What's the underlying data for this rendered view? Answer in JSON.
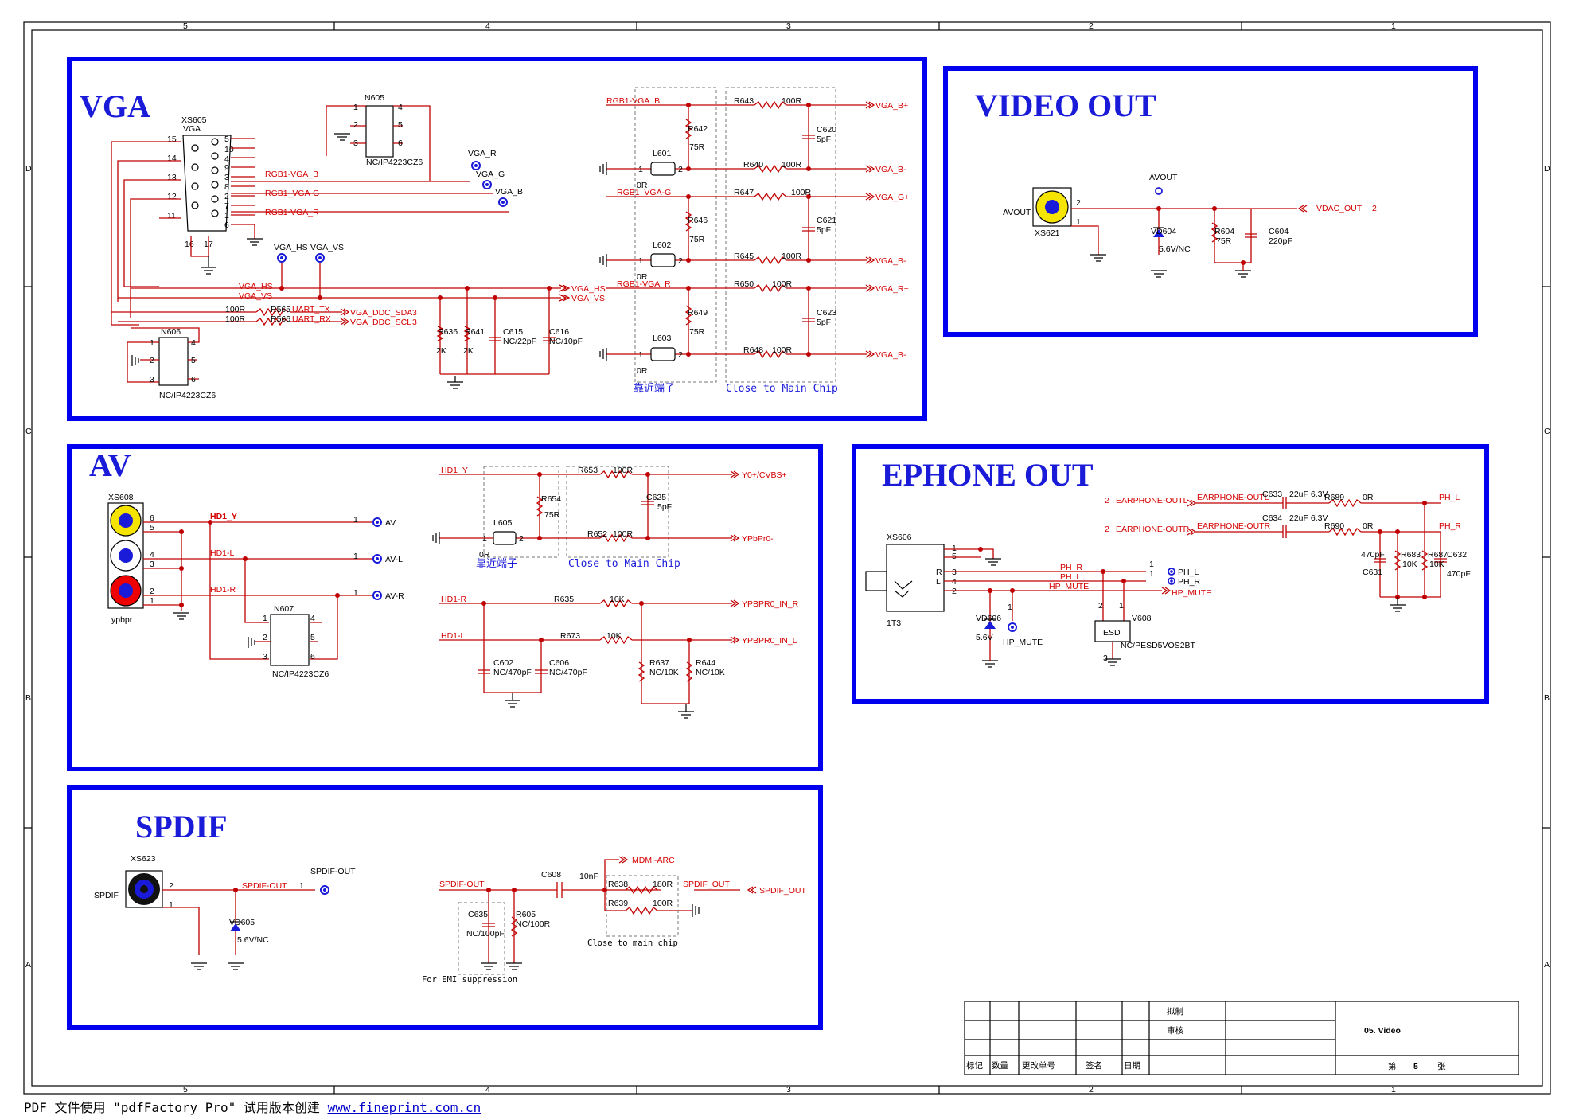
{
  "sections": {
    "vga": "VGA",
    "video_out": "VIDEO OUT",
    "av": "AV",
    "ephone_out": "EPHONE OUT",
    "spdif": "SPDIF"
  },
  "vga": {
    "conn_ref": "XS605",
    "conn_name": "VGA",
    "pins_left": [
      "15",
      "14",
      "13",
      "12",
      "11"
    ],
    "pins_right": [
      "5",
      "10",
      "4",
      "9",
      "3",
      "8",
      "2",
      "7",
      "1",
      "6"
    ],
    "pins_bottom": [
      "16",
      "17"
    ],
    "n605": {
      "ref": "N605",
      "part": "NC/IP4223CZ6",
      "pins": [
        "1",
        "2",
        "3",
        "4",
        "5",
        "6"
      ]
    },
    "n606": {
      "ref": "N606",
      "part": "NC/IP4223CZ6",
      "pins": [
        "1",
        "2",
        "3",
        "4",
        "5",
        "6"
      ]
    },
    "nets": {
      "b": "RGB1-VGA_B",
      "g": "RGB1_VGA-G",
      "r": "RGB1-VGA_R",
      "hs": "VGA_HS",
      "vs": "VGA_VS"
    },
    "tp": {
      "g": "VGA_G",
      "b": "VGA_B",
      "r": "VGA_R",
      "hs": "VGA_HS",
      "vs": "VGA_VS"
    },
    "uart": [
      {
        "r": "R565",
        "val": "100R",
        "net": "UART_TX",
        "port": "VGA_DDC_SDA",
        "num": "3"
      },
      {
        "r": "R566",
        "val": "100R",
        "net": "UART_RX",
        "port": "VGA_DDC_SCL",
        "num": "3"
      }
    ],
    "sync_r": [
      {
        "ref": "R636",
        "val": "2K"
      },
      {
        "ref": "R641",
        "val": "2K"
      }
    ],
    "sync_c": [
      {
        "ref": "C615",
        "val": "NC/22pF"
      },
      {
        "ref": "C616",
        "val": "NC/10pF"
      }
    ],
    "ports_sync": [
      "VGA_HS",
      "VGA_VS"
    ],
    "rgb_in": [
      "RGB1-VGA_B",
      "RGB1_VGA-G",
      "RGB1-VGA_R"
    ],
    "beads": [
      {
        "l": "L601",
        "r": "R642",
        "rv": "75R"
      },
      {
        "l": "L602",
        "r": "R646",
        "rv": "75R"
      },
      {
        "l": "L603",
        "r": "R649",
        "rv": "75R"
      }
    ],
    "bead_val": "0R",
    "ser_r": [
      {
        "ref": "R643",
        "val": "100R",
        "out": "VGA_B+"
      },
      {
        "ref": "R640",
        "val": "100R",
        "out": "VGA_B-"
      },
      {
        "ref": "R647",
        "val": "100R",
        "out": "VGA_G+"
      },
      {
        "ref": "R645",
        "val": "100R",
        "out": "VGA_B-"
      },
      {
        "ref": "R650",
        "val": "100R",
        "out": "VGA_R+"
      },
      {
        "ref": "R648",
        "val": "100R",
        "out": "VGA_B-"
      }
    ],
    "ser_c": [
      {
        "ref": "C620",
        "val": "5pF"
      },
      {
        "ref": "C621",
        "val": "5pF"
      },
      {
        "ref": "C623",
        "val": "5pF"
      }
    ],
    "note_near": "靠近端子",
    "note_chip": "Close to Main Chip"
  },
  "video_out": {
    "port": "AVOUT",
    "conn_ref": "XS621",
    "pins": [
      "2",
      "1"
    ],
    "net": "AVOUT",
    "diode": {
      "ref": "VD604",
      "val": "5.6V/NC"
    },
    "res": {
      "ref": "R604",
      "val": "75R"
    },
    "cap": {
      "ref": "C604",
      "val": "220pF"
    },
    "in_net": "VDAC_OUT",
    "in_num": "2"
  },
  "av": {
    "conn_ref": "XS608",
    "conn_name": "ypbpr",
    "pins": [
      "6",
      "5",
      "4",
      "3",
      "2",
      "1"
    ],
    "nets": [
      "HD1_Y",
      "HD1-L",
      "HD1-R"
    ],
    "tps": [
      "AV",
      "AV-L",
      "AV-R"
    ],
    "tp_num": "1",
    "n607": {
      "ref": "N607",
      "part": "NC/IP4223CZ6",
      "pins": [
        "1",
        "2",
        "3",
        "4",
        "5",
        "6"
      ]
    },
    "y": {
      "net": "HD1_Y",
      "bead": "L605",
      "bead_val": "0R",
      "r654": "R654",
      "r654v": "75R",
      "r653": "R653",
      "r653v": "100R",
      "c625": "C625",
      "c625v": "5pF",
      "r652": "R652",
      "r652v": "100R",
      "out1": "Y0+/CVBS+",
      "out2": "YPbPr0-"
    },
    "note_near": "靠近端子",
    "note_chip": "Close to Main Chip",
    "audio": [
      {
        "net": "HD1-R",
        "r": "R635",
        "rv": "10K",
        "out": "YPBPR0_IN_R"
      },
      {
        "net": "HD1-L",
        "r": "R673",
        "rv": "10K",
        "out": "YPBPR0_IN_L"
      }
    ],
    "caps": [
      {
        "ref": "C602",
        "val": "NC/470pF"
      },
      {
        "ref": "C606",
        "val": "NC/470pF"
      }
    ],
    "pulls": [
      {
        "ref": "R637",
        "val": "NC/10K"
      },
      {
        "ref": "R644",
        "val": "NC/10K"
      }
    ]
  },
  "ephone": {
    "in": [
      {
        "num": "2",
        "port": "EARPHONE-OUTL",
        "net": "EARPHONE-OUTL",
        "c": "C633",
        "cv": "22uF 6.3V",
        "r": "R689",
        "rv": "0R",
        "out": "PH_L"
      },
      {
        "num": "2",
        "port": "EARPHONE-OUTR",
        "net": "EARPHONE-OUTR",
        "c": "C634",
        "cv": "22uF 6.3V",
        "r": "R690",
        "rv": "0R",
        "out": "PH_R"
      }
    ],
    "jack_ref": "XS606",
    "jack_part": "1T3",
    "jack_pins": [
      "1",
      "5",
      "3",
      "4",
      "2"
    ],
    "jack_letters": [
      "R",
      "L"
    ],
    "nets": [
      "PH_R",
      "PH_L",
      "HP_MUTE"
    ],
    "tps": [
      "PH_L",
      "PH_R"
    ],
    "mute_port": "HP_MUTE",
    "mute_tp": "HP_MUTE",
    "diode": {
      "ref": "VD606",
      "val": "5.6V"
    },
    "esd": {
      "ref": "V608",
      "label": "ESD",
      "part": "NC/PESD5VOS2BT",
      "pins": [
        "2",
        "1",
        "3"
      ]
    },
    "caps": [
      {
        "ref": "C631",
        "val": "470pF"
      },
      {
        "ref": "R683",
        "val": "10K"
      },
      {
        "ref": "R687",
        "val": "10K"
      },
      {
        "ref": "C632",
        "val": "470pF"
      }
    ]
  },
  "spdif": {
    "conn_ref": "XS623",
    "conn_name": "SPDIF",
    "pins": [
      "2",
      "1"
    ],
    "net": "SPDIF-OUT",
    "tp": "SPDIF-OUT",
    "tp_num": "1",
    "diode": {
      "ref": "VD605",
      "val": "5.6V/NC"
    },
    "c608": {
      "ref": "C608",
      "val": "10nF"
    },
    "arc": "MDMI-ARC",
    "r638": {
      "ref": "R638",
      "val": "180R"
    },
    "r639": {
      "ref": "R639",
      "val": "100R"
    },
    "net2": "SPDIF_OUT",
    "port": "SPDIF_OUT",
    "c635": {
      "ref": "C635",
      "val": "NC/100pF"
    },
    "r605": {
      "ref": "R605",
      "val": "NC/100R"
    },
    "note_emi": "For EMI suppression",
    "note_chip": "Close to main chip"
  },
  "title_block": {
    "draft": "拟制",
    "review": "审核",
    "title": "05. Video",
    "cols": [
      "标记",
      "数量",
      "更改单号",
      "签名",
      "日期"
    ],
    "sheet_prefix": "第",
    "sheet_num": "5",
    "sheet_suffix": "张"
  },
  "border": {
    "top": [
      "5",
      "4",
      "3",
      "2",
      "1"
    ],
    "side": [
      "D",
      "C",
      "B",
      "A"
    ]
  },
  "footer": {
    "text": "PDF 文件使用 \"pdfFactory Pro\" 试用版本创建 ",
    "link": "www.fineprint.com.cn"
  }
}
